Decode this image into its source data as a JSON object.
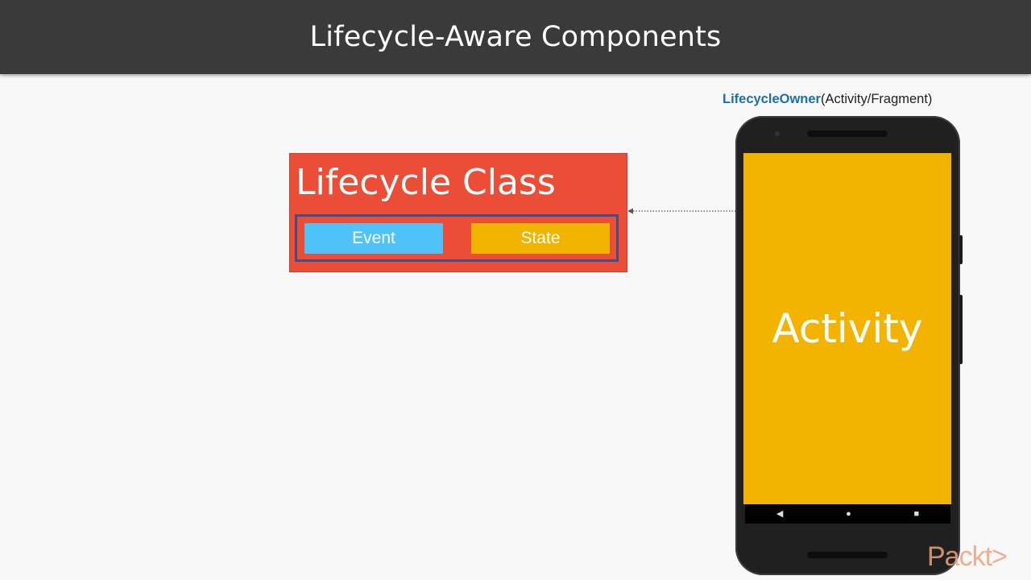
{
  "header": {
    "title": "Lifecycle-Aware Components"
  },
  "owner": {
    "name": "LifecycleOwner",
    "detail": "(Activity/Fragment)"
  },
  "lifecycle_class": {
    "title": "Lifecycle Class",
    "event_label": "Event",
    "state_label": "State"
  },
  "phone": {
    "screen_label": "Activity",
    "nav": {
      "back": "◀",
      "home": "●",
      "recents": "■"
    }
  },
  "brand": {
    "text": "Packt>"
  },
  "colors": {
    "header_bg": "#3a3a3a",
    "lifecycle_box": "#ec4d36",
    "inner_frame": "#3d4f86",
    "event_chip": "#4fc3f7",
    "state_chip": "#f1b400",
    "activity_screen": "#f2b400",
    "owner_name": "#1a6fb0",
    "brand": "#f0a27d"
  },
  "icons": [
    "back-icon",
    "home-icon",
    "recents-icon",
    "arrow-icon"
  ]
}
